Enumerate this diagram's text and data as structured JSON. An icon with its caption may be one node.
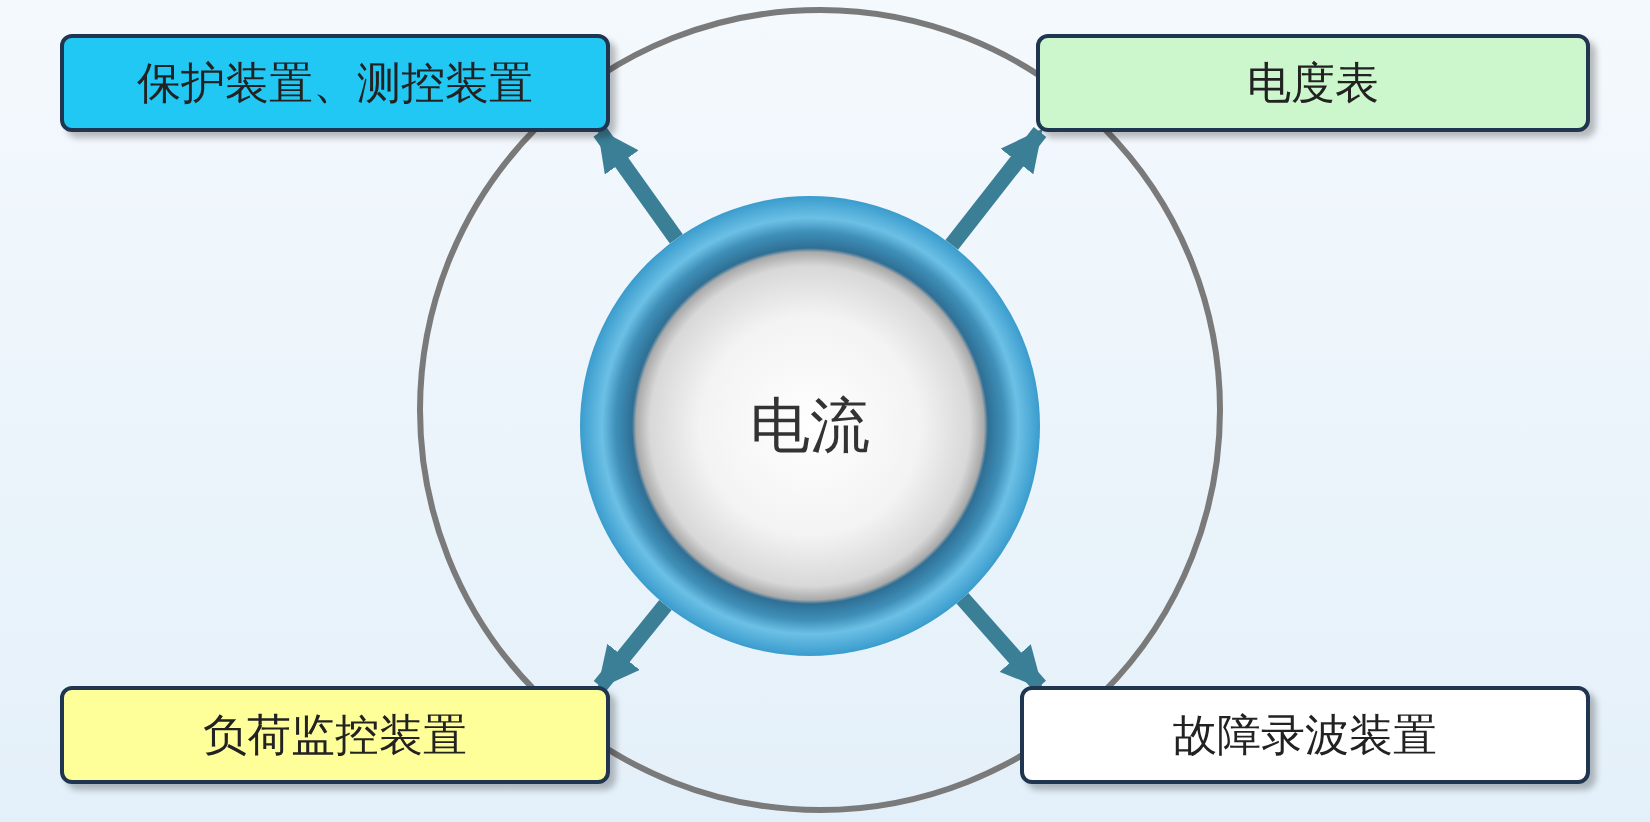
{
  "diagram": {
    "nodes": [
      {
        "text": [
          "电流"
        ]
      },
      {
        "text": [
          "保护装置、测控装置"
        ]
      },
      {
        "text": [
          "电度表"
        ]
      },
      {
        "text": [
          "负荷监控装置"
        ]
      },
      {
        "text": [
          "故障录波装置"
        ]
      }
    ],
    "edges": [
      {
        "from": 0,
        "to": 1,
        "arrow": "to"
      },
      {
        "from": 0,
        "to": 2,
        "arrow": "to"
      },
      {
        "from": 0,
        "to": 3,
        "arrow": "to"
      },
      {
        "from": 0,
        "to": 4,
        "arrow": "to"
      }
    ]
  }
}
